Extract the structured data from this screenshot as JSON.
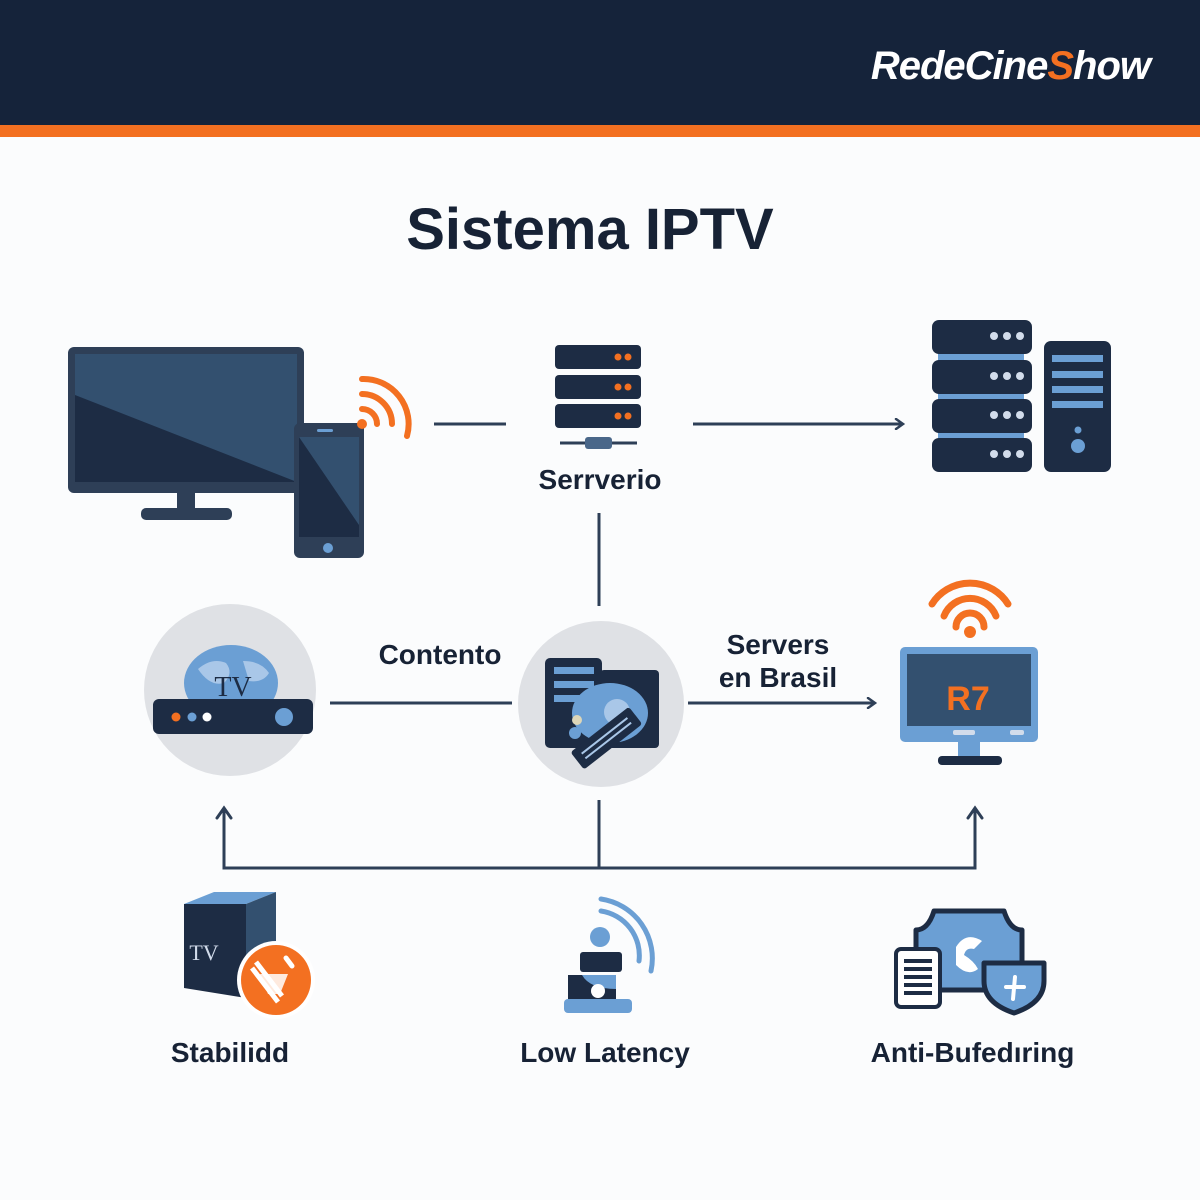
{
  "header": {
    "brand_prefix": "RedeCine",
    "brand_accent_letter": "S",
    "brand_suffix": "how"
  },
  "title": "Sistema IPTV",
  "nodes": {
    "devices": {
      "icon": "tv-and-phone-icon",
      "signal": "wifi-signal-icon"
    },
    "server": {
      "label": "Serrverio",
      "icon": "server-rack-icon"
    },
    "datacenter": {
      "icon": "datacenter-servers-icon"
    },
    "settop_box": {
      "icon": "tv-globe-set-top-box-icon",
      "icon_text": "TV"
    },
    "content": {
      "label": "Contento",
      "icon": "media-content-icon"
    },
    "brasil_link": {
      "label_line1": "Servers",
      "label_line2": "en Brasil"
    },
    "r7_tv": {
      "icon": "tv-r7-icon",
      "screen_text": "R7"
    }
  },
  "features": [
    {
      "label": "Stabilidd",
      "icon": "stability-box-icon",
      "icon_text": "TV"
    },
    {
      "label": "Low Latency",
      "icon": "low-latency-icon"
    },
    {
      "label": "Anti-Bufedıring",
      "icon": "anti-buffering-shield-icon"
    }
  ],
  "colors": {
    "navy": "#15233a",
    "orange": "#f37021",
    "blue": "#6b9fd4",
    "slate": "#2e3f57",
    "circle": "#dfe1e5"
  }
}
